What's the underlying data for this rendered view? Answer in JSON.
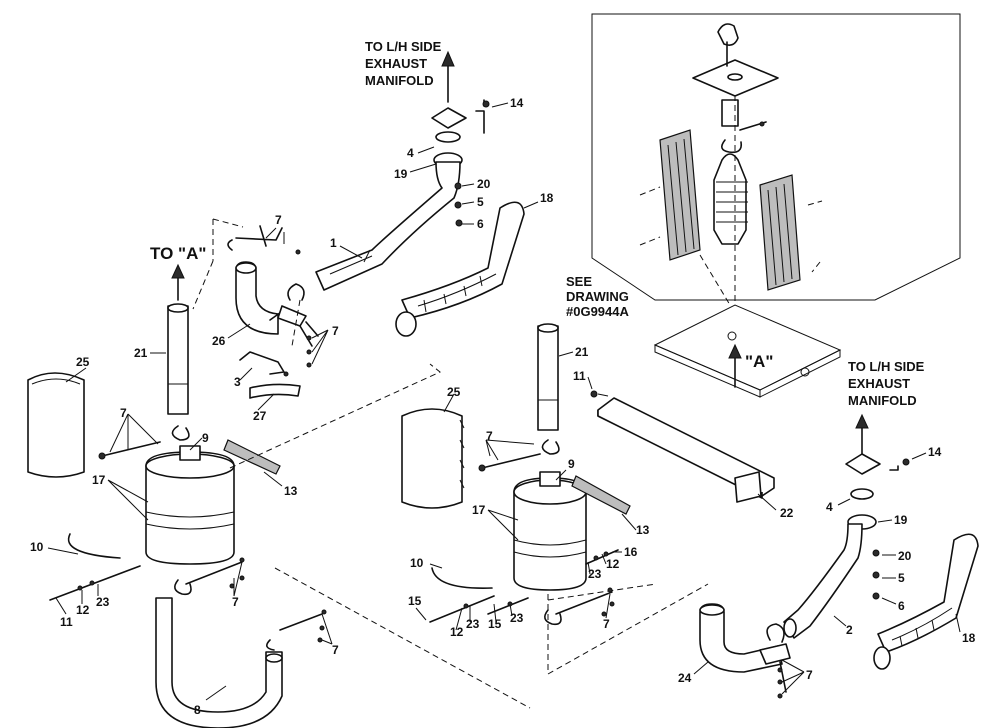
{
  "notes": {
    "to_lh_top": [
      "TO L/H SIDE",
      "EXHAUST",
      "MANIFOLD"
    ],
    "to_lh_right": [
      "TO L/H SIDE",
      "EXHAUST",
      "MANIFOLD"
    ],
    "to_a": "TO \"A\"",
    "view_a": "\"A\"",
    "see_drawing": [
      "SEE",
      "DRAWING",
      "#0G9944A"
    ]
  },
  "callouts": [
    {
      "id": "14a",
      "text": "14"
    },
    {
      "id": "4a",
      "text": "4"
    },
    {
      "id": "19a",
      "text": "19"
    },
    {
      "id": "20a",
      "text": "20"
    },
    {
      "id": "5a",
      "text": "5"
    },
    {
      "id": "6a",
      "text": "6"
    },
    {
      "id": "18a",
      "text": "18"
    },
    {
      "id": "1",
      "text": "1"
    },
    {
      "id": "7a",
      "text": "7"
    },
    {
      "id": "7b",
      "text": "7"
    },
    {
      "id": "26",
      "text": "26"
    },
    {
      "id": "3",
      "text": "3"
    },
    {
      "id": "27",
      "text": "27"
    },
    {
      "id": "21a",
      "text": "21"
    },
    {
      "id": "25a",
      "text": "25"
    },
    {
      "id": "7c",
      "text": "7"
    },
    {
      "id": "9a",
      "text": "9"
    },
    {
      "id": "17a",
      "text": "17"
    },
    {
      "id": "13a",
      "text": "13"
    },
    {
      "id": "10a",
      "text": "10"
    },
    {
      "id": "11a",
      "text": "11"
    },
    {
      "id": "12a",
      "text": "12"
    },
    {
      "id": "23a",
      "text": "23"
    },
    {
      "id": "7d",
      "text": "7"
    },
    {
      "id": "8",
      "text": "8"
    },
    {
      "id": "7e",
      "text": "7"
    },
    {
      "id": "21b",
      "text": "21"
    },
    {
      "id": "11b",
      "text": "11"
    },
    {
      "id": "25b",
      "text": "25"
    },
    {
      "id": "7f",
      "text": "7"
    },
    {
      "id": "9b",
      "text": "9"
    },
    {
      "id": "17b",
      "text": "17"
    },
    {
      "id": "13b",
      "text": "13"
    },
    {
      "id": "16",
      "text": "16"
    },
    {
      "id": "12b",
      "text": "12"
    },
    {
      "id": "23b",
      "text": "23"
    },
    {
      "id": "10b",
      "text": "10"
    },
    {
      "id": "15a",
      "text": "15"
    },
    {
      "id": "12c",
      "text": "12"
    },
    {
      "id": "23c",
      "text": "23"
    },
    {
      "id": "15b",
      "text": "15"
    },
    {
      "id": "23d",
      "text": "23"
    },
    {
      "id": "7g",
      "text": "7"
    },
    {
      "id": "22",
      "text": "22"
    },
    {
      "id": "14b",
      "text": "14"
    },
    {
      "id": "4b",
      "text": "4"
    },
    {
      "id": "19b",
      "text": "19"
    },
    {
      "id": "20b",
      "text": "20"
    },
    {
      "id": "5b",
      "text": "5"
    },
    {
      "id": "6b",
      "text": "6"
    },
    {
      "id": "2",
      "text": "2"
    },
    {
      "id": "18b",
      "text": "18"
    },
    {
      "id": "24",
      "text": "24"
    },
    {
      "id": "7h",
      "text": "7"
    }
  ]
}
